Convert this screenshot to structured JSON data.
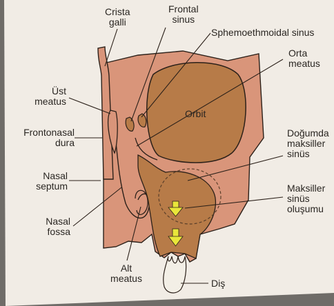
{
  "labels": {
    "crista_galli": [
      "Crista",
      "galli"
    ],
    "frontal_sinus": [
      "Frontal",
      "sinus"
    ],
    "sphenoethmoidal_sinus": [
      "Sphemoethmoidal sinus"
    ],
    "orta_meatus": [
      "Orta",
      "meatus"
    ],
    "ust_meatus": [
      "Üst",
      "meatus"
    ],
    "orbit": [
      "Orbit"
    ],
    "frontonasal_dura": [
      "Frontonasal",
      "dura"
    ],
    "dogumda_maksiller_sinus": [
      "Doğumda",
      "maksiller",
      "sinüs"
    ],
    "nasal_septum": [
      "Nasal",
      "septum"
    ],
    "maksiller_sinus_olusumu": [
      "Maksiller",
      "sinüs",
      "oluşumu"
    ],
    "nasal_fossa": [
      "Nasal",
      "fossa"
    ],
    "alt_meatus": [
      "Alt",
      "meatus"
    ],
    "dis": [
      "Diş"
    ]
  },
  "colors": {
    "tissue": "#d9957a",
    "tissue_dark": "#c98469",
    "sinus": "#b77b48",
    "outline": "#2b2019",
    "arrow": "#e9e63a",
    "tooth": "#f3efe6",
    "paper": "#f1ece5"
  }
}
